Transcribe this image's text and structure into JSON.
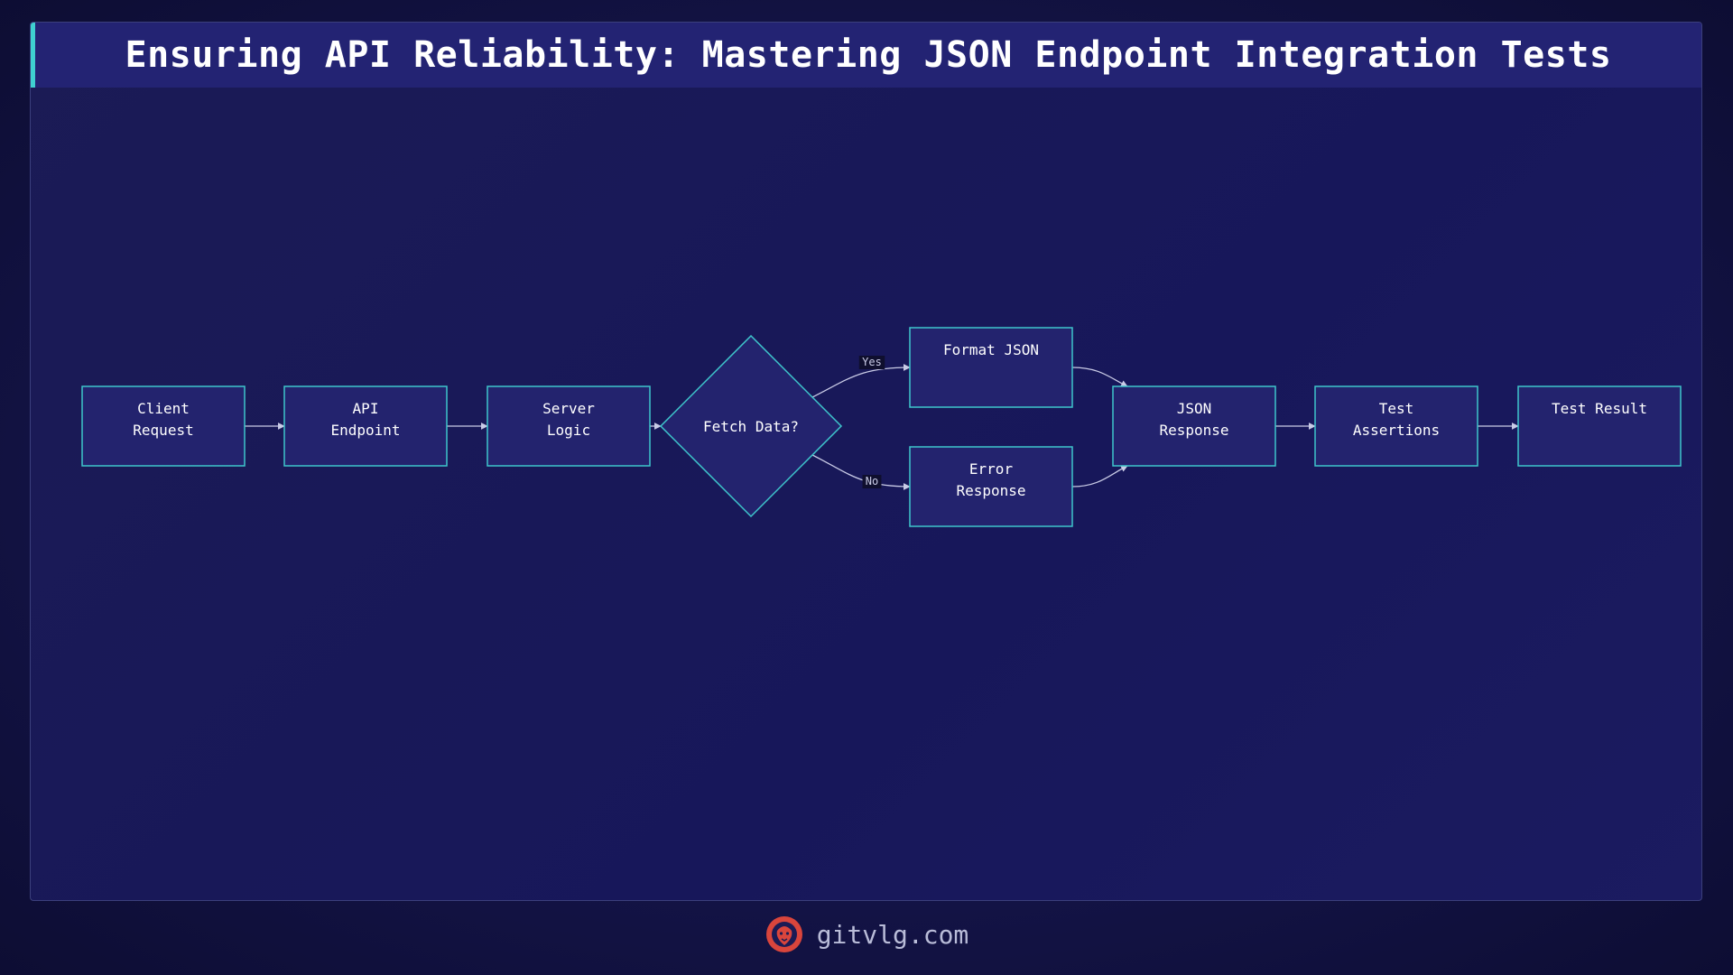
{
  "title": "Ensuring API Reliability: Mastering JSON Endpoint Integration Tests",
  "footer": {
    "site": "gitvlg.com",
    "logo_icon": "lion-logo-icon"
  },
  "colors": {
    "node_fill": "#23236e",
    "node_stroke": "#3ec6cc",
    "accent": "#3fd0d0",
    "logo": "#d9453c"
  },
  "diagram": {
    "nodes": [
      {
        "id": "client-request",
        "shape": "rect",
        "lines": [
          "Client",
          "Request"
        ]
      },
      {
        "id": "api-endpoint",
        "shape": "rect",
        "lines": [
          "API",
          "Endpoint"
        ]
      },
      {
        "id": "server-logic",
        "shape": "rect",
        "lines": [
          "Server",
          "Logic"
        ]
      },
      {
        "id": "fetch-data",
        "shape": "diamond",
        "lines": [
          "Fetch Data?"
        ]
      },
      {
        "id": "format-json",
        "shape": "rect",
        "lines": [
          "Format JSON"
        ]
      },
      {
        "id": "error-response",
        "shape": "rect",
        "lines": [
          "Error",
          "Response"
        ]
      },
      {
        "id": "json-response",
        "shape": "rect",
        "lines": [
          "JSON",
          "Response"
        ]
      },
      {
        "id": "test-assertions",
        "shape": "rect",
        "lines": [
          "Test",
          "Assertions"
        ]
      },
      {
        "id": "test-result",
        "shape": "rect",
        "lines": [
          "Test Result"
        ]
      }
    ],
    "edges": [
      {
        "from": "client-request",
        "to": "api-endpoint",
        "label": ""
      },
      {
        "from": "api-endpoint",
        "to": "server-logic",
        "label": ""
      },
      {
        "from": "server-logic",
        "to": "fetch-data",
        "label": ""
      },
      {
        "from": "fetch-data",
        "to": "format-json",
        "label": "Yes"
      },
      {
        "from": "fetch-data",
        "to": "error-response",
        "label": "No"
      },
      {
        "from": "format-json",
        "to": "json-response",
        "label": ""
      },
      {
        "from": "error-response",
        "to": "json-response",
        "label": ""
      },
      {
        "from": "json-response",
        "to": "test-assertions",
        "label": ""
      },
      {
        "from": "test-assertions",
        "to": "test-result",
        "label": ""
      }
    ]
  }
}
